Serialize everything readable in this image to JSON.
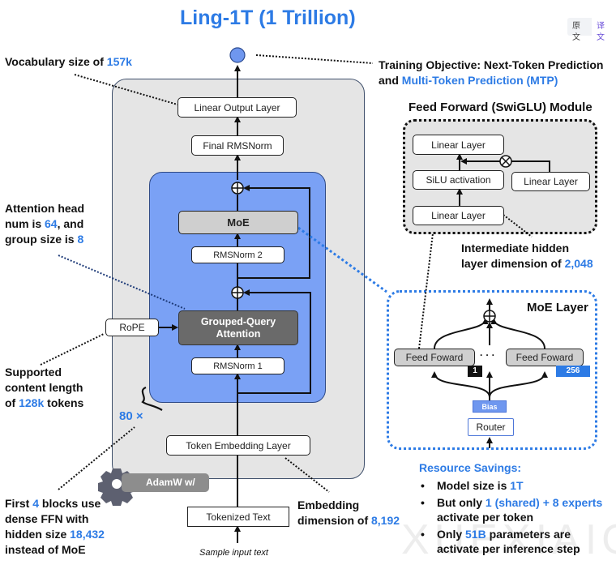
{
  "title": "Ling-1T (1 Trillion)",
  "lang_switch": {
    "original": "原文",
    "translated": "译文"
  },
  "annotations": {
    "vocab": {
      "prefix": "Vocabulary size of ",
      "value": "157k"
    },
    "training_objective": {
      "line1": "Training Objective: Next-Token Prediction",
      "line2_prefix": "and ",
      "line2_value": "Multi-Token Prediction (MTP)"
    },
    "attention": {
      "line1": "Attention head",
      "line2_prefix": "num is ",
      "line2_value": "64",
      "line2_suffix": ", and",
      "line3_prefix": "group size is ",
      "line3_value": "8"
    },
    "context": {
      "line1": "Supported",
      "line2": "content length",
      "line3_prefix": "of ",
      "line3_value": "128k",
      "line3_suffix": " tokens"
    },
    "dense": {
      "line1_prefix": "First ",
      "line1_value": "4",
      "line1_suffix": " blocks use",
      "line2": "dense FFN with",
      "line3_prefix": "hidden size ",
      "line3_value": "18,432",
      "line4": "instead of MoE"
    },
    "embedding": {
      "line1": "Embedding",
      "line2_prefix": "dimension of ",
      "line2_value": "8,192"
    },
    "intermediate": {
      "line1": "Intermediate hidden",
      "line2_prefix": "layer dimension of ",
      "line2_value": "2,048"
    }
  },
  "main_stack": {
    "linear_output": "Linear Output Layer",
    "final_norm": "Final RMSNorm",
    "moe": "MoE",
    "rmsnorm2": "RMSNorm 2",
    "gqa_line1": "Grouped-Query",
    "gqa_line2": "Attention",
    "rmsnorm1": "RMSNorm 1",
    "rope": "RoPE",
    "token_embedding": "Token Embedding Layer",
    "tokenized_text": "Tokenized Text",
    "sample_input": "Sample input text",
    "repeat": "80 ×",
    "optimizer": "AdamW w/ WSM"
  },
  "ffn_module": {
    "title": "Feed Forward (SwiGLU) Module",
    "top_linear": "Linear Layer",
    "silu": "SiLU activation",
    "gate_linear": "Linear Layer",
    "bottom_linear": "Linear Layer"
  },
  "moe_layer": {
    "title": "MoE Layer",
    "expert_left": "Feed Foward",
    "expert_right": "Feed Foward",
    "expert_left_index": "1",
    "expert_right_index": "256",
    "ellipsis": "· · ·",
    "bias": "Bias",
    "router": "Router"
  },
  "resource_savings": {
    "heading": "Resource Savings:",
    "items": [
      {
        "prefix": "Model size is ",
        "value": "1T",
        "suffix": ""
      },
      {
        "prefix": "But only ",
        "value": "1 (shared) + 8 experts",
        "suffix": " activate per token"
      },
      {
        "prefix": "Only ",
        "value": "51B",
        "suffix": " parameters are activate per inference step"
      }
    ]
  },
  "watermark": "XUEXIAIGC",
  "colors": {
    "accent": "#2d7be5",
    "block": "#7aa1f5",
    "outer": "#e5e5e5",
    "output_node": "#6f97ef"
  }
}
